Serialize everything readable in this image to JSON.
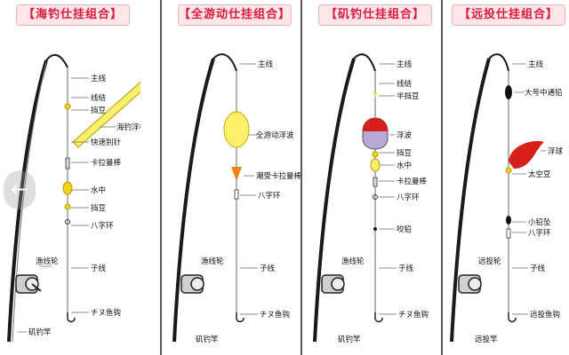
{
  "panels": [
    {
      "title": "【海钓仕挂组合】",
      "labels": {
        "main_line": "主线",
        "line_knot": "线结",
        "stopper": "挡豆",
        "float": "海钓浮标",
        "quick_pin": "快速别针",
        "snap_swivel": "卡拉曼棒",
        "sinker": "水中",
        "stopper2": "挡豆",
        "swivel": "八字环",
        "leader": "子线",
        "reel": "渔线轮",
        "hook": "チヌ鱼钩",
        "rod": "矶钓竿"
      }
    },
    {
      "title": "【全游动仕挂组合】",
      "labels": {
        "main_line": "主线",
        "float": "全游动浮波",
        "snap_swivel": "潮受卡拉曼棒",
        "swivel": "八字环",
        "leader": "子线",
        "reel": "渔线轮",
        "hook": "チヌ鱼钩",
        "rod": "矶钓竿"
      }
    },
    {
      "title": "【矶钓仕挂组合】",
      "labels": {
        "main_line": "主线",
        "line_knot": "线结",
        "half_stopper": "半挡豆",
        "float": "浮波",
        "stopper": "挡豆",
        "sinker": "水中",
        "snap_swivel": "卡拉曼棒",
        "swivel": "八字环",
        "bite_lead": "咬铅",
        "leader": "子线",
        "reel": "渔线轮",
        "hook": "チヌ鱼钩",
        "rod": "矶钓竿"
      }
    },
    {
      "title": "【远投仕挂组合】",
      "labels": {
        "main_line": "主线",
        "sliding_sinker": "大号中通铅",
        "float_ball": "浮球",
        "empty_bean": "太空豆",
        "small_sinker": "小铅坠",
        "swivel": "八字环",
        "leader": "子线",
        "reel": "远投轮",
        "hook": "远投鱼钩",
        "rod": "远投竿"
      }
    }
  ],
  "colors": {
    "title_red": "#e0183a",
    "title_bg": "#fde6ea",
    "rod": "#1a1a1a",
    "line": "#6a6a6a",
    "bead_yellow": "#f2d21a",
    "float_red": "#d8201a",
    "float_purple": "#b7a8d8",
    "float_yellow": "#fbf06a",
    "pointer_orange": "#f08020",
    "sinker_black": "#111111",
    "divider": "#5a5a5a"
  },
  "icons": [
    "fishing-rod-icon",
    "reel-icon",
    "hook-icon",
    "float-icon",
    "sinker-icon",
    "swivel-icon",
    "bead-icon",
    "back-arrow-icon"
  ]
}
